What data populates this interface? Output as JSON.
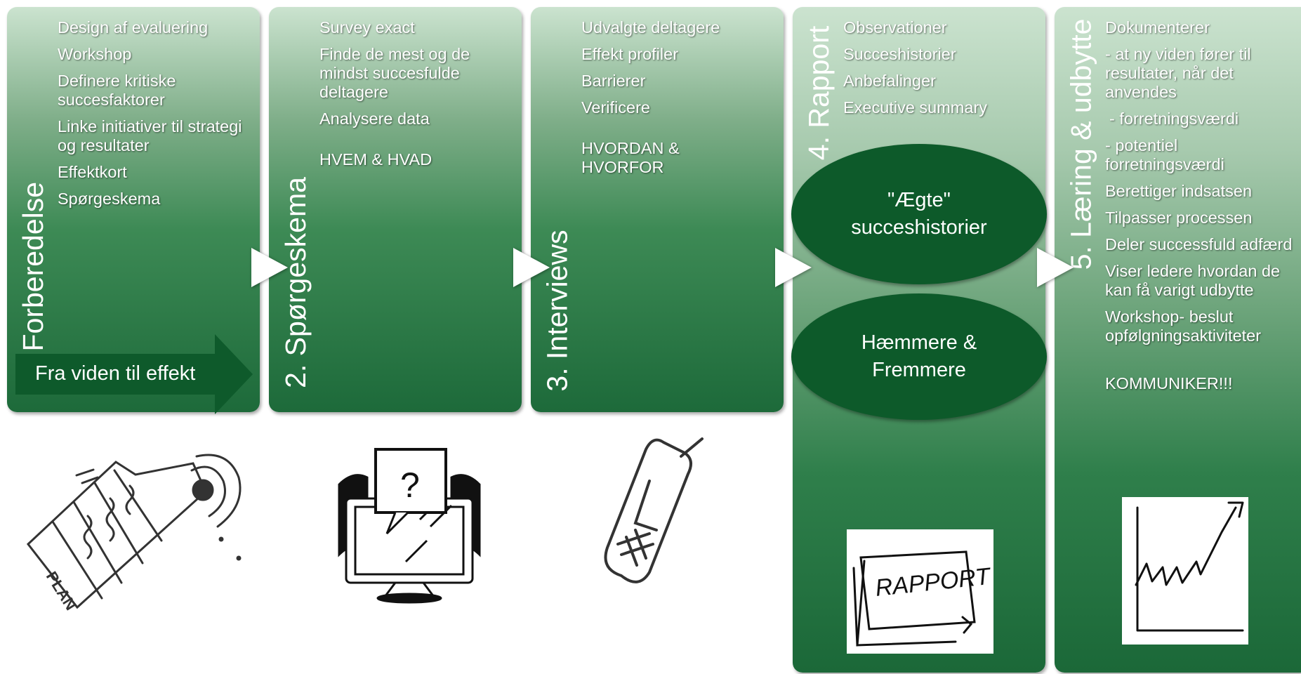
{
  "panels": [
    {
      "title": "1. Forberedelse",
      "items": [
        "Design af evaluering",
        "Workshop",
        "Definere kritiske succesfaktorer",
        "Linke initiativer til strategi og resultater",
        "Effektkort",
        "Spørgeskema"
      ]
    },
    {
      "title": "2. Spørgeskema",
      "items": [
        "Survey exact",
        "Finde de mest og de mindst succesfulde deltagere",
        "Analysere data"
      ],
      "note": "HVEM & HVAD"
    },
    {
      "title": "3. Interviews",
      "items": [
        "Udvalgte deltagere",
        "Effekt profiler",
        "Barrierer",
        "Verificere"
      ],
      "note": "HVORDAN & HVORFOR"
    },
    {
      "title": "4. Rapport",
      "items": [
        "Observationer",
        "Succeshistorier",
        "Anbefalinger",
        "Executive summary"
      ]
    },
    {
      "title": "5. Læring & udbytte",
      "items": [
        "Dokumenterer",
        "- at ny viden fører til resultater, når det anvendes",
        "- forretningsværdi",
        "- potentiel forretningsværdi",
        "Berettiger indsatsen",
        "Tilpasser processen",
        "Deler successfuld adfærd",
        "Viser ledere hvordan de kan få varigt udbytte",
        "Workshop- beslut opfølgningsaktiviteter"
      ],
      "note": "KOMMUNIKER!!!"
    }
  ],
  "ellipses": {
    "first": "\"Ægte\" succeshistorier",
    "second": "Hæmmere & Fremmere"
  },
  "banner": "Fra viden til effekt",
  "illustrations": {
    "plan_text": "PLAN",
    "question_mark": "?",
    "report_text": "RAPPORT"
  }
}
